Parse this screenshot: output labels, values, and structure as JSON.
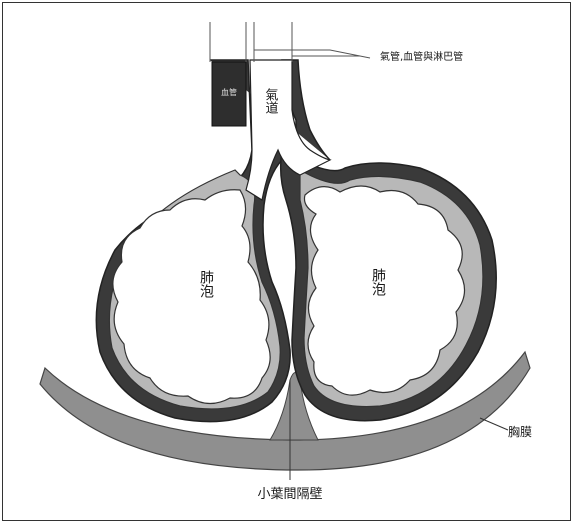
{
  "labels": {
    "trachea": "氣道",
    "alveolus_left": "肺泡",
    "alveolus_right": "肺泡",
    "pleura": "胸膜",
    "septum": "小葉間隔壁",
    "vessels": "氣管,血管與淋巴管",
    "vessel_inner": "血管"
  }
}
